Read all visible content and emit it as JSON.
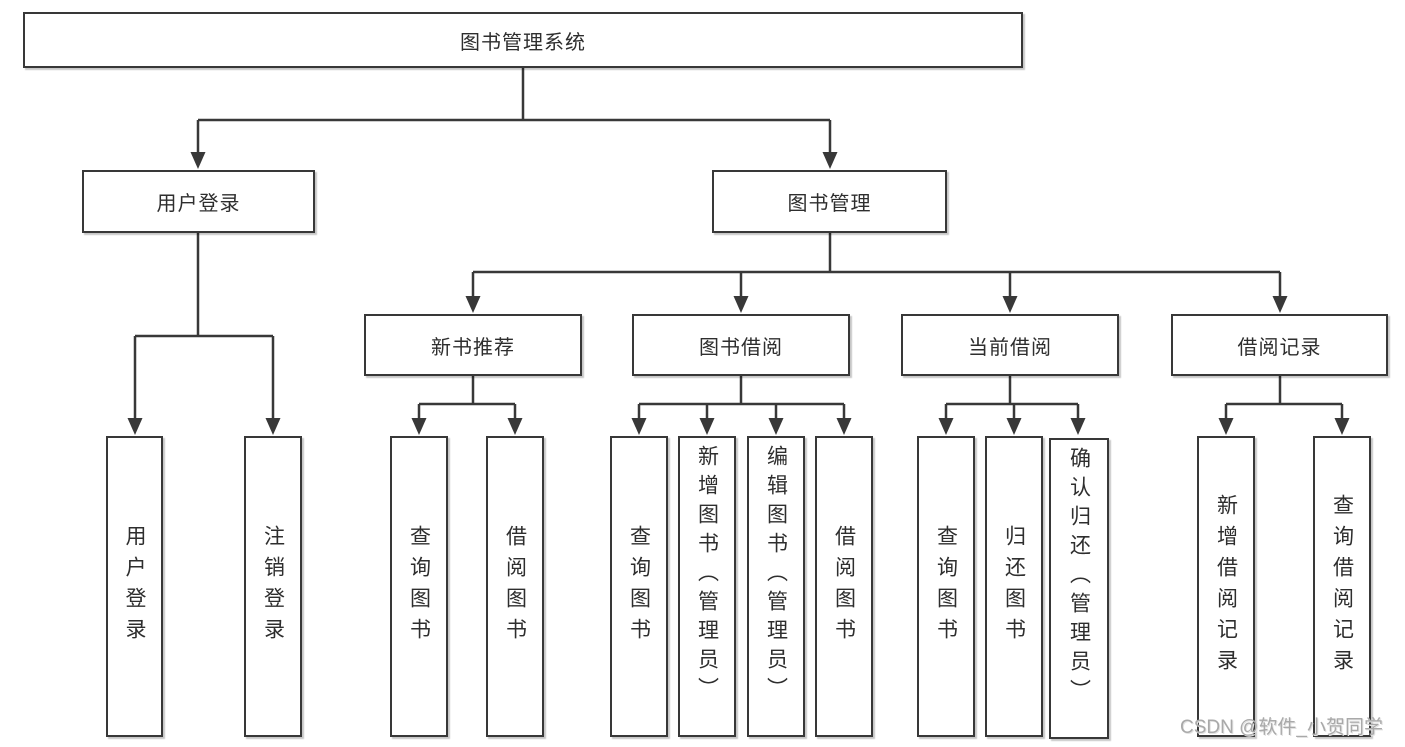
{
  "diagram": {
    "type": "functional-structure-tree",
    "tree": {
      "root": "图书管理系统",
      "user_login": {
        "label": "用户登录",
        "leaves": [
          "用户登录",
          "注销登录"
        ]
      },
      "book_management": {
        "label": "图书管理",
        "groups": [
          {
            "label": "新书推荐",
            "leaves": [
              "查询图书",
              "借阅图书"
            ]
          },
          {
            "label": "图书借阅",
            "leaves": [
              "查询图书",
              "新增图书（管理员）",
              "编辑图书（管理员）",
              "借阅图书"
            ]
          },
          {
            "label": "当前借阅",
            "leaves": [
              "查询图书",
              "归还图书",
              "确认归还（管理员）"
            ]
          },
          {
            "label": "借阅记录",
            "leaves": [
              "新增借阅记录",
              "查询借阅记录"
            ]
          }
        ]
      }
    },
    "colors": {
      "background": "#ffffff",
      "line": "#383838",
      "box_border": "#383838",
      "text": "#2e2e2e",
      "watermark": "#a9a9a9"
    }
  },
  "watermark": "CSDN @软件_小贺同学"
}
